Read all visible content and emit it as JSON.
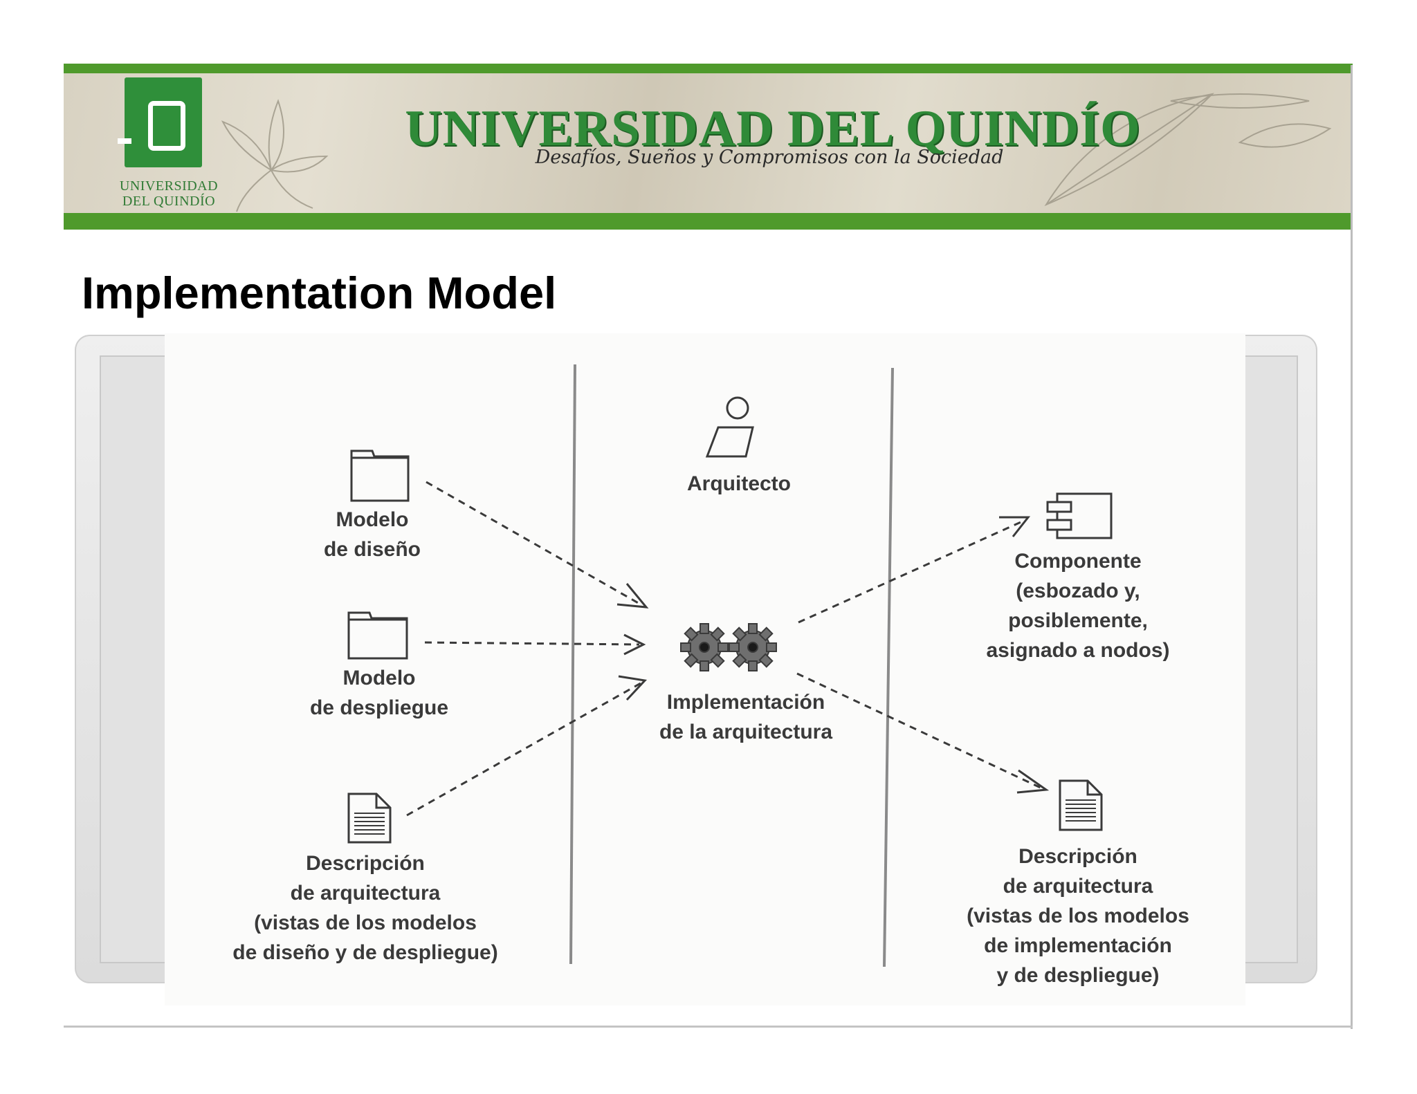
{
  "header": {
    "university_title": "UNIVERSIDAD DEL QUINDÍO",
    "motto": "Desafíos, Sueños y Compromisos con la Sociedad",
    "logo_text": "UNIVERSIDAD\nDEL QUINDÍO"
  },
  "slide": {
    "title": "Implementation Model"
  },
  "diagram": {
    "worker": "Arquitecto",
    "activity": "Implementación\nde la arquitectura",
    "inputs": [
      {
        "label": "Modelo\nde diseño",
        "icon": "folder-icon"
      },
      {
        "label": "Modelo\nde despliegue",
        "icon": "folder-icon"
      },
      {
        "label": "Descripción\nde arquitectura\n(vistas de los modelos\nde diseño y de despliegue)",
        "icon": "document-icon"
      }
    ],
    "outputs": [
      {
        "label": "Componente\n(esbozado y,\nposiblemente,\nasignado a nodos)",
        "icon": "component-icon"
      },
      {
        "label": "Descripción\nde arquitectura\n(vistas de los modelos\nde implementación\ny de despliegue)",
        "icon": "document-icon"
      }
    ]
  },
  "colors": {
    "brand_green": "#4f9a2c",
    "title_green": "#2f8a38",
    "diagram_ink": "#3a3a3a"
  }
}
